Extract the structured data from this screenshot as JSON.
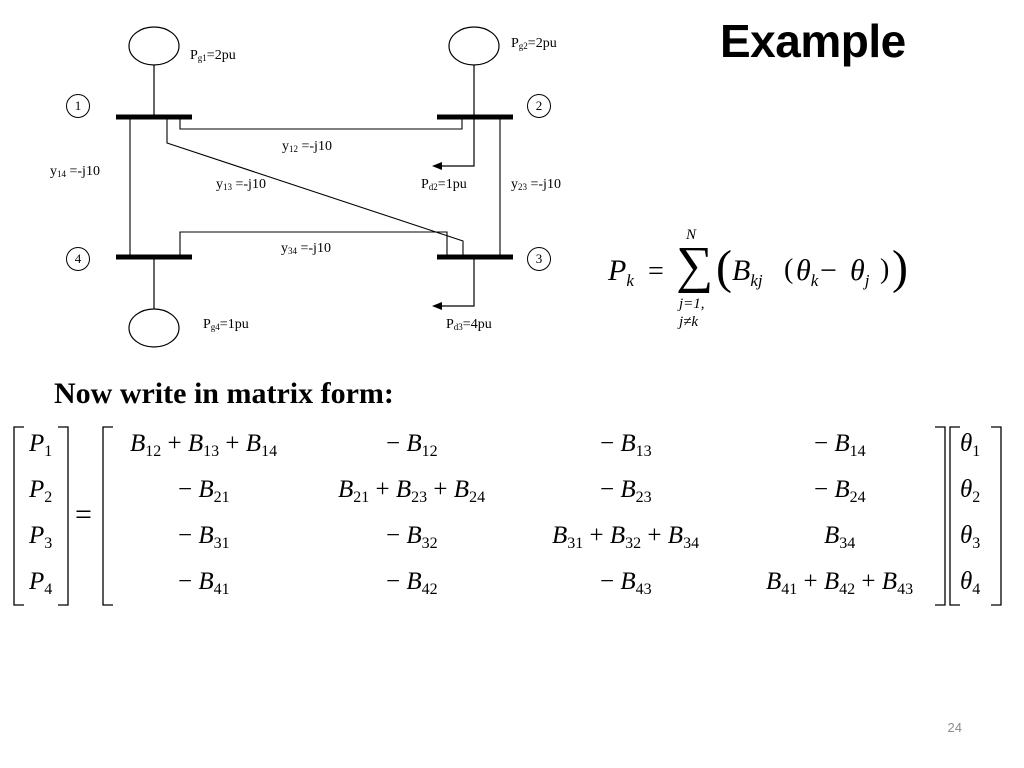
{
  "slide": {
    "title": "Example",
    "subheading": "Now write in matrix form:",
    "page_number": "24"
  },
  "diagram": {
    "buses": [
      "1",
      "2",
      "3",
      "4"
    ],
    "generators": [
      {
        "pre": "P",
        "sub": "g1",
        "post": "=2pu"
      },
      {
        "pre": "P",
        "sub": "g2",
        "post": "=2pu"
      },
      {
        "pre": "P",
        "sub": "g4",
        "post": "=1pu"
      }
    ],
    "loads": [
      {
        "pre": "P",
        "sub": "d2",
        "post": "=1pu"
      },
      {
        "pre": "P",
        "sub": "d3",
        "post": "=4pu"
      }
    ],
    "lines": [
      {
        "pre": "y",
        "sub": "12",
        "post": " =-j10"
      },
      {
        "pre": "y",
        "sub": "14",
        "post": " =-j10"
      },
      {
        "pre": "y",
        "sub": "13",
        "post": " =-j10"
      },
      {
        "pre": "y",
        "sub": "23",
        "post": " =-j10"
      },
      {
        "pre": "y",
        "sub": "34",
        "post": " =-j10"
      }
    ]
  },
  "formula": {
    "lhs": "P",
    "lhs_sub": "k",
    "equals": "=",
    "sum_upper": "N",
    "sum_lower_1": "j=1,",
    "sum_lower_2": "j≠k",
    "B": "B",
    "B_sub": "kj",
    "theta_k": "θ",
    "theta_k_sub": "k",
    "minus": "−",
    "theta_j": "θ",
    "theta_j_sub": "j"
  },
  "matrix": {
    "lhs_vector": [
      {
        "s": "P",
        "sub": "1"
      },
      {
        "s": "P",
        "sub": "2"
      },
      {
        "s": "P",
        "sub": "3"
      },
      {
        "s": "P",
        "sub": "4"
      }
    ],
    "equals": "=",
    "rows": [
      [
        "B12 + B13 + B14",
        "− B12",
        "− B13",
        "− B14"
      ],
      [
        "− B21",
        "B21 + B23 + B24",
        "− B23",
        "− B24"
      ],
      [
        "− B31",
        "− B32",
        "B31 + B32 + B34",
        "B34"
      ],
      [
        "− B41",
        "− B42",
        "− B43",
        "B41 + B42 + B43"
      ]
    ],
    "rhs_vector": [
      {
        "s": "θ",
        "sub": "1"
      },
      {
        "s": "θ",
        "sub": "2"
      },
      {
        "s": "θ",
        "sub": "3"
      },
      {
        "s": "θ",
        "sub": "4"
      }
    ]
  }
}
